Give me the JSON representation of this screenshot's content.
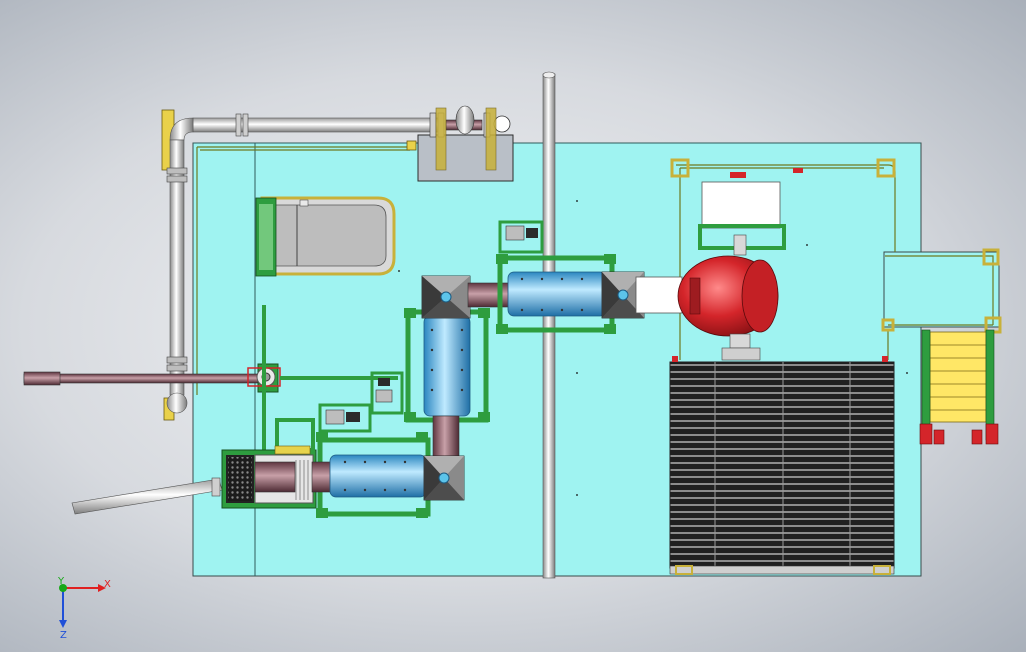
{
  "view": {
    "background_gradient": [
      "#f2f3f5",
      "#a9b0ba"
    ],
    "platform_color": "#9ff3f1",
    "frame_color": "#2e9d3f",
    "frame_accent": "#e6e39a",
    "pipe_color": "#d8d8d8",
    "hot_duct_color": "#8f5a66",
    "vessel_color": "#5cc4ea",
    "pump_color": "#d4252a",
    "stair_color": "#ffe766",
    "support_color": "#c8b13a"
  },
  "triad": {
    "x_label": "X",
    "y_label": "Y",
    "z_label": "Z",
    "x_color": "#e02020",
    "y_color": "#18a818",
    "z_color": "#2050d8"
  }
}
